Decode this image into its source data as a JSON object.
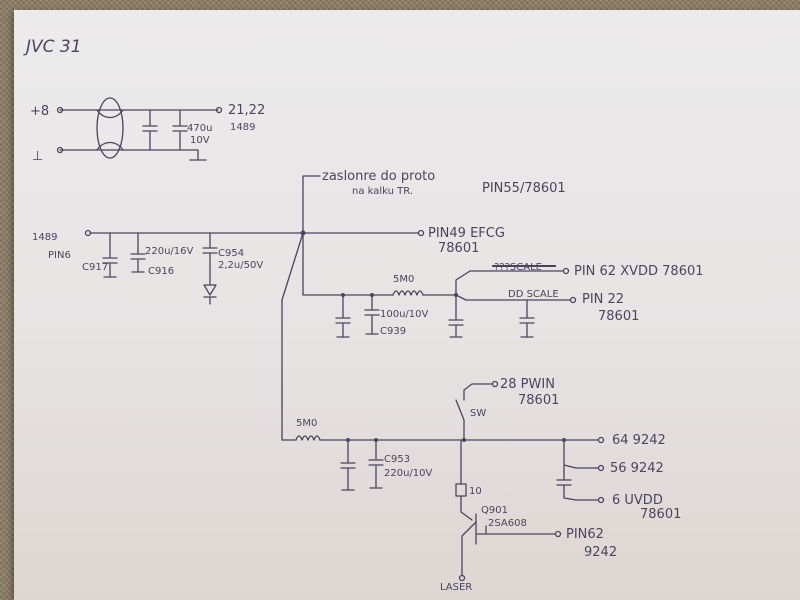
{
  "diagram": {
    "title": "JVC 31",
    "labels": {
      "plus8": "+8",
      "ground_symbol": "⊥",
      "out_21_22": "21,22",
      "cap_470u": "470u",
      "cap_10v": "10V",
      "ref_1489_top": "1489",
      "note_line1": "zaslonre do proto",
      "note_line2": "na kalku TR.",
      "pin55_78601": "PIN55/78601",
      "in_1489": "1489",
      "in_pin6": "PIN6",
      "c917": "C917",
      "c916_val": "220u/16V",
      "c916": "C916",
      "c954": "C954",
      "c954_val": "2,2u/50V",
      "pin49_efcg": "PIN49  EFCG",
      "ref_78601_a": "78601",
      "r_5m10_a": "5M0",
      "struck_label": "???SCALE",
      "pin62_xvdd_78601": "PIN 62  XVDD 78601",
      "dd_scale": "DD SCALE",
      "pin22": "PIN 22",
      "ref_78601_b": "78601",
      "c939_val": "100u/10V",
      "c939": "C939",
      "pin28_pwin": "28 PWIN",
      "ref_78601_c": "78601",
      "sw": "SW",
      "r_5m10_b": "5M0",
      "c953": "C953",
      "c953_val": "220u/10V",
      "pin64_9242": "64  9242",
      "pin56_9242": "56  9242",
      "pin6_uvdd": "6  UVDD",
      "ref_78601_d": "78601",
      "r_10": "10",
      "q901": "Q901",
      "q901_part": "2SA608",
      "pin62_9242_a": "PIN62",
      "pin62_9242_b": "9242",
      "laser": "LASER"
    }
  }
}
